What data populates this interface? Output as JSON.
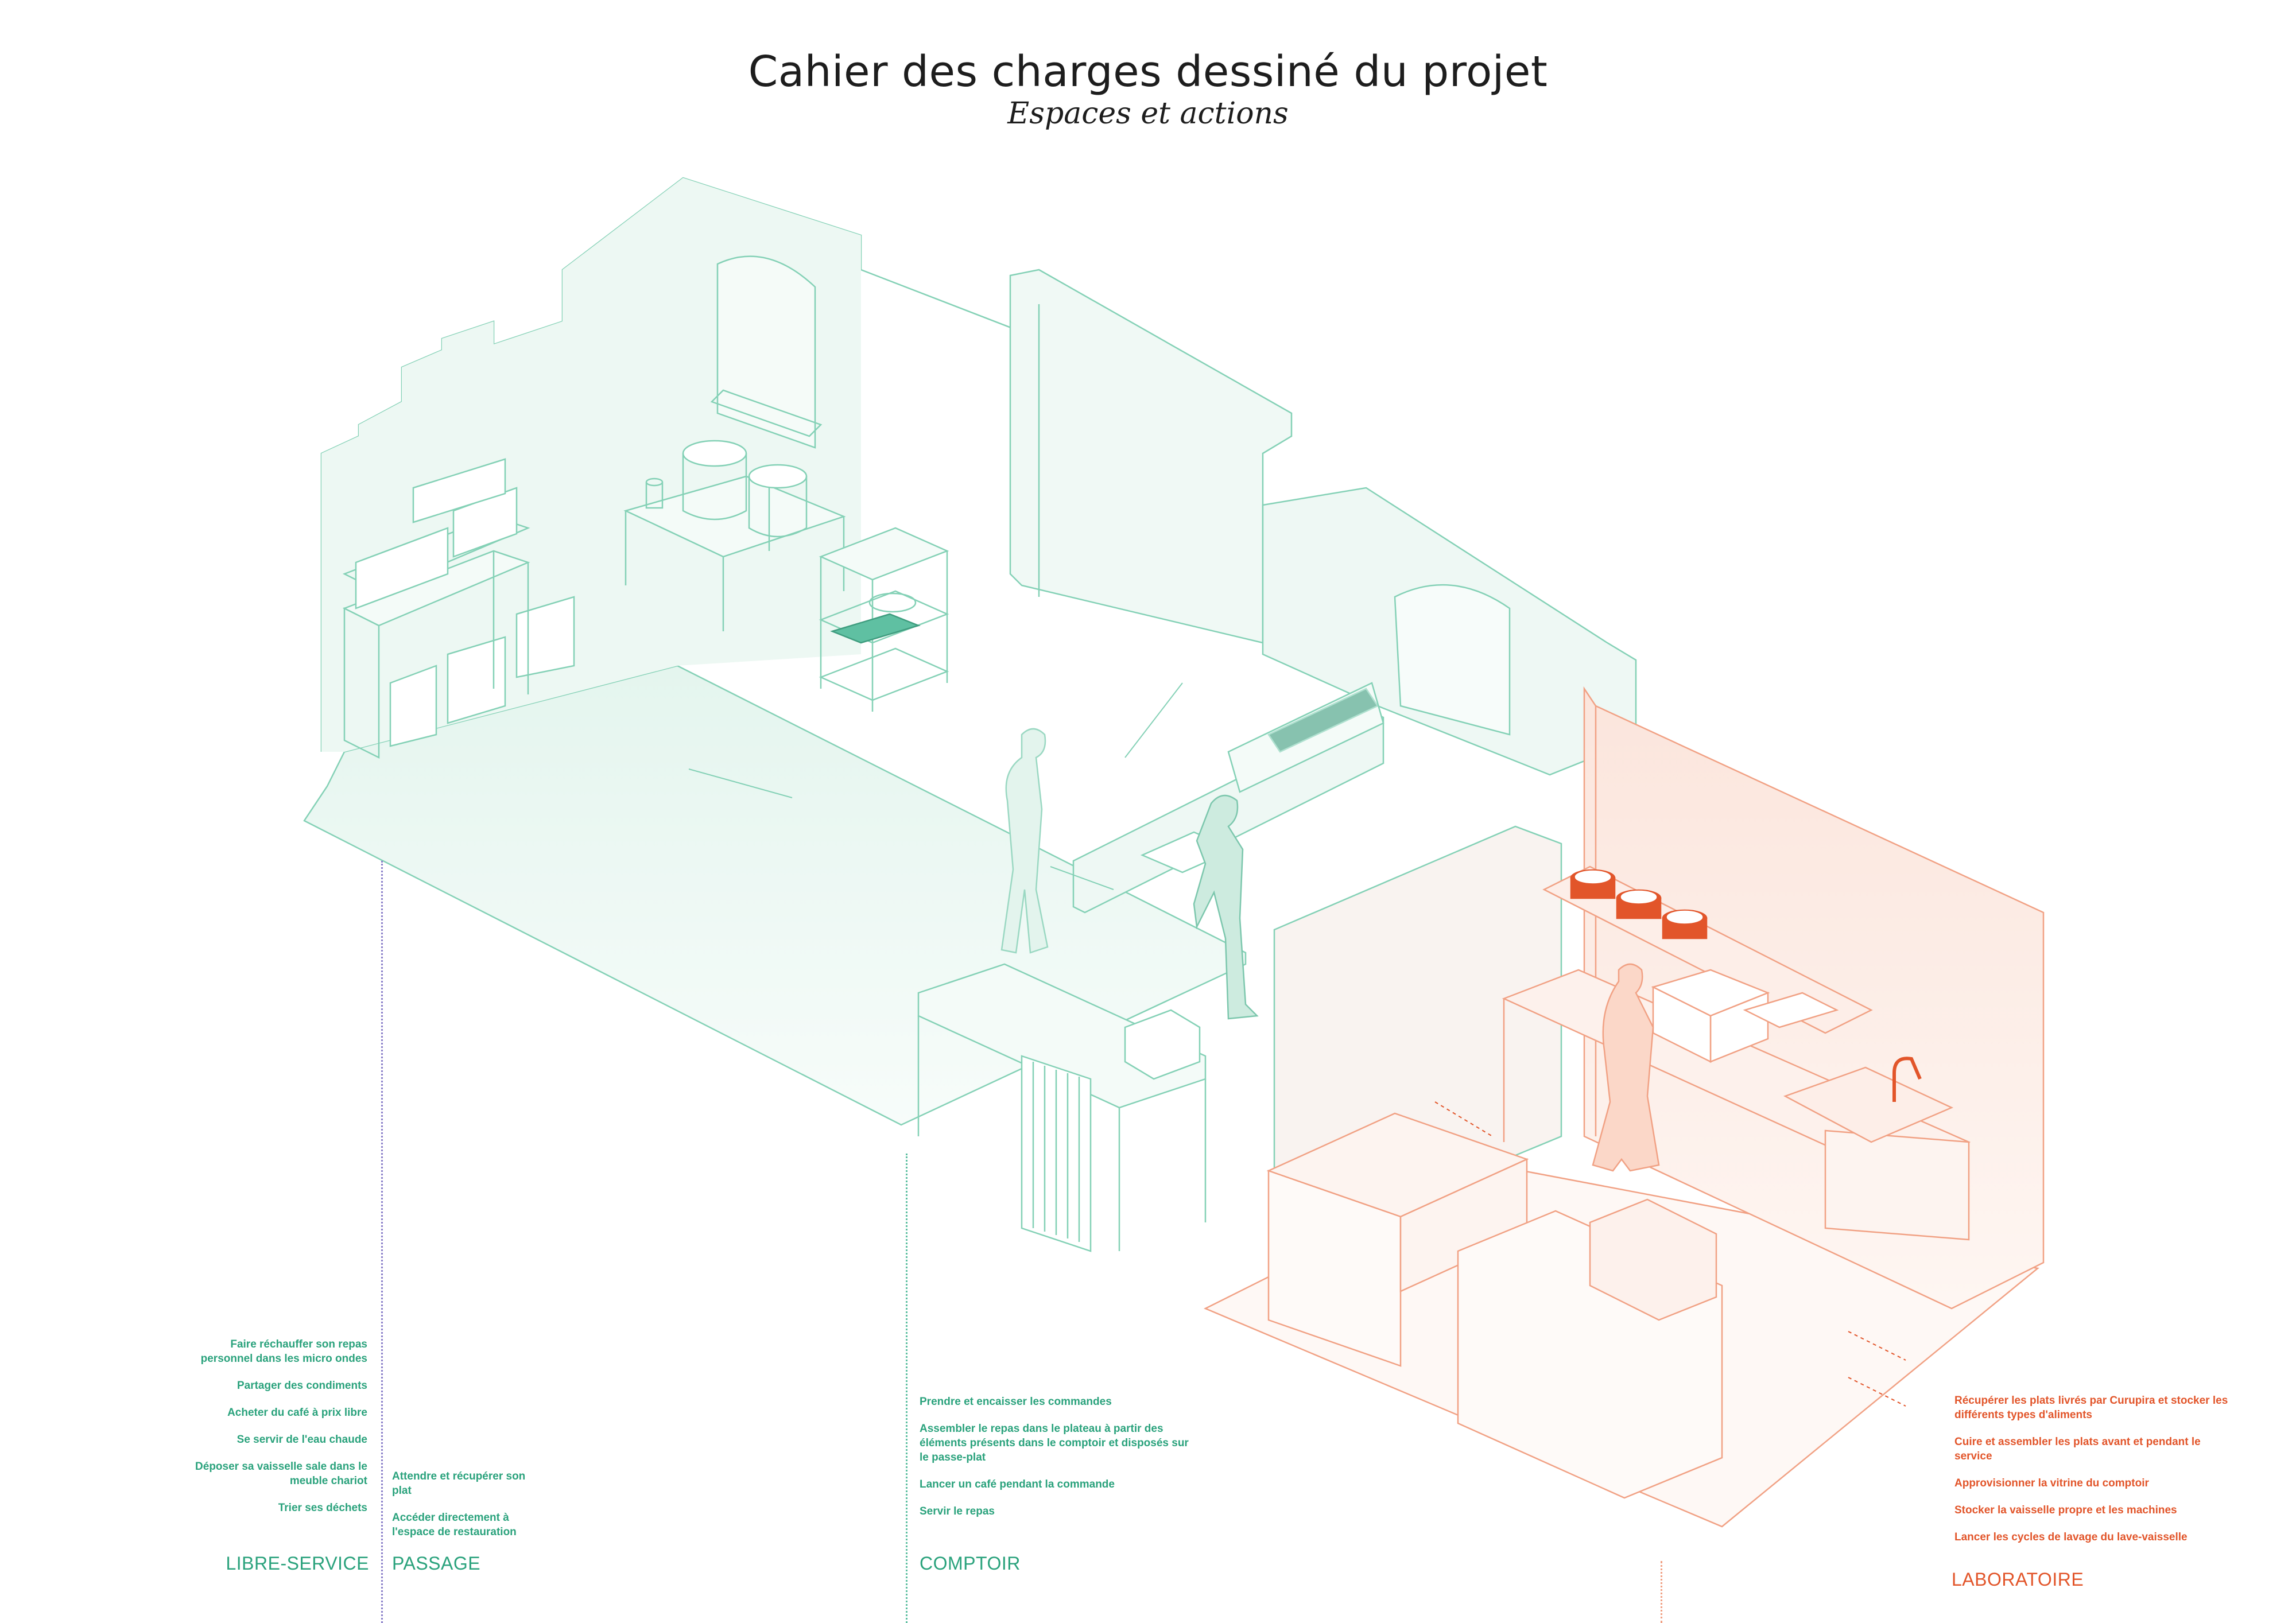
{
  "header": {
    "title": "Cahier des charges dessiné du projet",
    "subtitle": "Espaces et actions"
  },
  "colors": {
    "green": "#2aa27c",
    "orange": "#e2552a",
    "libre_line": "#8a7fc9",
    "green_line": "#5fc0a2",
    "orange_line": "#f1a184"
  },
  "zones": {
    "libre_service": {
      "label": "LIBRE-SERVICE",
      "actions": [
        "Faire réchauffer son repas personnel dans les micro ondes",
        "Partager des condiments",
        "Acheter du café à prix libre",
        "Se servir de l'eau chaude",
        "Déposer sa vaisselle sale dans le meuble chariot",
        "Trier ses déchets"
      ]
    },
    "passage": {
      "label": "PASSAGE",
      "actions": [
        "Attendre et récupérer son plat",
        "Accéder directement à l'espace de restauration"
      ]
    },
    "comptoir": {
      "label": "COMPTOIR",
      "actions": [
        "Prendre et encaisser les commandes",
        "Assembler le repas dans le plateau à partir des éléments présents dans le comptoir et disposés sur le passe-plat",
        "Lancer un café pendant la commande",
        "Servir le repas"
      ]
    },
    "laboratoire": {
      "label": "LABORATOIRE",
      "actions": [
        "Récupérer les plats livrés par Curupira et stocker les différents types d'aliments",
        "Cuire et assembler les plats avant et pendant le service",
        "Approvisionner la vitrine du comptoir",
        "Stocker la vaisselle propre et les machines",
        "Lancer les cycles de lavage du lave-vaisselle"
      ]
    }
  }
}
